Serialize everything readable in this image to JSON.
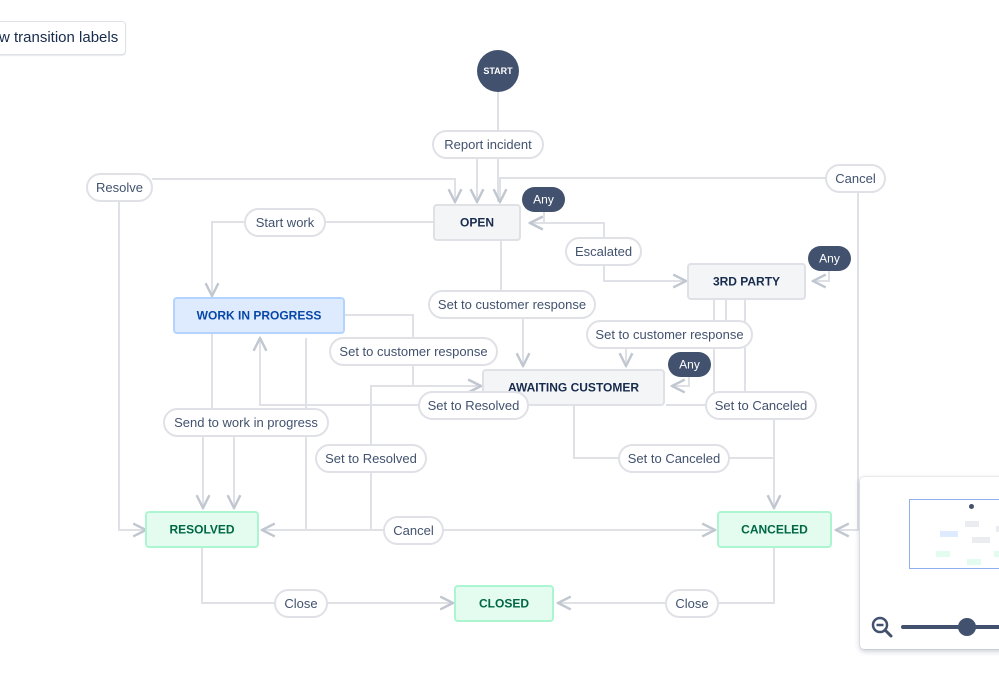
{
  "toolbar": {
    "show_labels_label": "Show transition labels",
    "show_labels_visible_text": "w transition labels"
  },
  "start": {
    "label": "START"
  },
  "statuses": [
    {
      "id": "open",
      "label": "OPEN",
      "category": "todo"
    },
    {
      "id": "work-in-progress",
      "label": "WORK IN PROGRESS",
      "category": "inprogress"
    },
    {
      "id": "3rd-party",
      "label": "3RD PARTY",
      "category": "todo"
    },
    {
      "id": "awaiting-customer",
      "label": "AWAITING CUSTOMER",
      "category": "todo"
    },
    {
      "id": "resolved",
      "label": "RESOLVED",
      "category": "done"
    },
    {
      "id": "canceled",
      "label": "CANCELED",
      "category": "done"
    },
    {
      "id": "closed",
      "label": "CLOSED",
      "category": "done"
    }
  ],
  "transitions": [
    {
      "id": "report-incident",
      "label": "Report incident"
    },
    {
      "id": "resolve",
      "label": "Resolve"
    },
    {
      "id": "cancel-top",
      "label": "Cancel"
    },
    {
      "id": "start-work",
      "label": "Start work"
    },
    {
      "id": "escalated",
      "label": "Escalated"
    },
    {
      "id": "set-customer-response-1",
      "label": "Set to customer response"
    },
    {
      "id": "set-customer-response-2",
      "label": "Set to customer response"
    },
    {
      "id": "set-customer-response-3",
      "label": "Set to customer response"
    },
    {
      "id": "set-resolved-1",
      "label": "Set to Resolved"
    },
    {
      "id": "set-canceled-1",
      "label": "Set to Canceled"
    },
    {
      "id": "send-to-wip",
      "label": "Send to work in progress"
    },
    {
      "id": "set-resolved-2",
      "label": "Set to Resolved"
    },
    {
      "id": "set-canceled-2",
      "label": "Set to Canceled"
    },
    {
      "id": "cancel-bottom",
      "label": "Cancel"
    },
    {
      "id": "close-left",
      "label": "Close"
    },
    {
      "id": "close-right",
      "label": "Close"
    }
  ],
  "any_badges": [
    {
      "id": "any-open",
      "label": "Any"
    },
    {
      "id": "any-3rd-party",
      "label": "Any"
    },
    {
      "id": "any-awaiting",
      "label": "Any"
    }
  ],
  "colors": {
    "edge": "#dfe1e6",
    "todo_fill": "#f4f5f7",
    "todo_border": "#dfe1e6",
    "todo_text": "#172b4d",
    "inprogress_fill": "#deebff",
    "inprogress_border": "#b3d4ff",
    "inprogress_text": "#0747a6",
    "done_fill": "#e3fcef",
    "done_border": "#abf5d1",
    "done_text": "#006644",
    "start_fill": "#42526e",
    "any_fill": "#42526e",
    "label_text": "#42526e",
    "label_border": "#dfe1e6"
  },
  "minimap": {
    "zoom_icon": "zoom-out-icon"
  }
}
